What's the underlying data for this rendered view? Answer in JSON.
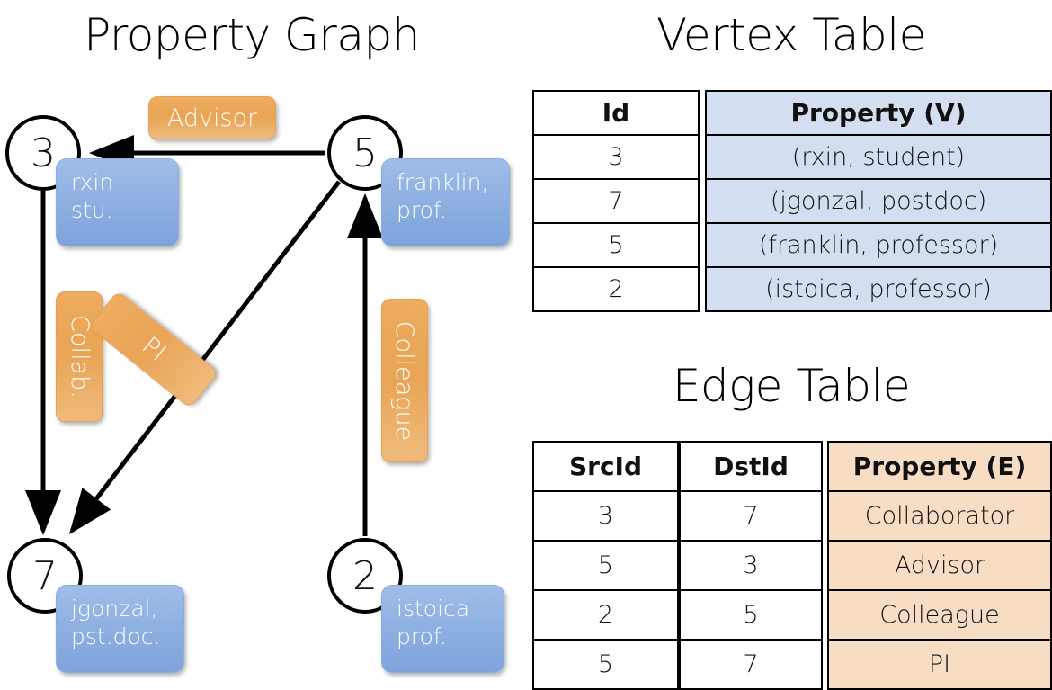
{
  "titles": {
    "property_graph": "Property Graph",
    "vertex_table": "Vertex Table",
    "edge_table": "Edge Table"
  },
  "graph": {
    "vertices": [
      {
        "id": "3",
        "property_label": "rxin\nstu."
      },
      {
        "id": "5",
        "property_label": "franklin,\nprof."
      },
      {
        "id": "7",
        "property_label": "jgonzal,\npst.doc."
      },
      {
        "id": "2",
        "property_label": "istoica\nprof."
      }
    ],
    "vertex_labels": {
      "v3": "3",
      "v5": "5",
      "v7": "7",
      "v2": "2"
    },
    "property_boxes": {
      "rxin_line1": "rxin",
      "rxin_line2": "stu.",
      "franklin_line1": "franklin,",
      "franklin_line2": "prof.",
      "jgonzal_line1": "jgonzal,",
      "jgonzal_line2": "pst.doc.",
      "istoica_line1": "istoica",
      "istoica_line2": "prof."
    },
    "edge_labels": {
      "advisor": "Advisor",
      "collab": "Collab.",
      "pi": "PI",
      "colleague": "Colleague"
    },
    "edges": [
      {
        "from": "5",
        "to": "3",
        "label": "Advisor"
      },
      {
        "from": "3",
        "to": "7",
        "label": "Collab."
      },
      {
        "from": "5",
        "to": "7",
        "label": "PI"
      },
      {
        "from": "2",
        "to": "5",
        "label": "Colleague"
      }
    ]
  },
  "vertex_table": {
    "headers": [
      "Id",
      "Property (V)"
    ],
    "rows": [
      {
        "id": "3",
        "property": "(rxin, student)"
      },
      {
        "id": "7",
        "property": "(jgonzal, postdoc)"
      },
      {
        "id": "5",
        "property": "(franklin, professor)"
      },
      {
        "id": "2",
        "property": "(istoica, professor)"
      }
    ]
  },
  "edge_table": {
    "headers": [
      "SrcId",
      "DstId",
      "Property (E)"
    ],
    "rows": [
      {
        "src": "3",
        "dst": "7",
        "property": "Collaborator"
      },
      {
        "src": "5",
        "dst": "3",
        "property": "Advisor"
      },
      {
        "src": "2",
        "dst": "5",
        "property": "Colleague"
      },
      {
        "src": "5",
        "dst": "7",
        "property": "PI"
      }
    ]
  },
  "colors": {
    "vertex_property_blue": "#8fb1e2",
    "edge_label_orange": "#e9a455",
    "vertex_table_fill": "#d3dff1",
    "edge_table_fill": "#f7ddc4",
    "stroke": "#000000"
  }
}
